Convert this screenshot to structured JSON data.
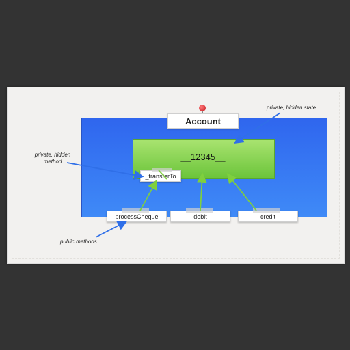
{
  "diagram": {
    "title": "Account",
    "state_value": "__12345__",
    "methods": {
      "transfer": "_transferTo",
      "process": "processCheque",
      "debit": "debit",
      "credit": "credit"
    },
    "notes": {
      "hidden_state": "private, hidden state",
      "hidden_method_line1": "private, hidden",
      "hidden_method_line2": "method",
      "public_methods": "public methods"
    }
  },
  "colors": {
    "background": "#333333",
    "slide": "#f2f1ef",
    "blue_box": "#3a7df5",
    "green_box": "#8fd458",
    "arrow_blue": "#2f6fe8",
    "arrow_green": "#7fcf3e"
  }
}
